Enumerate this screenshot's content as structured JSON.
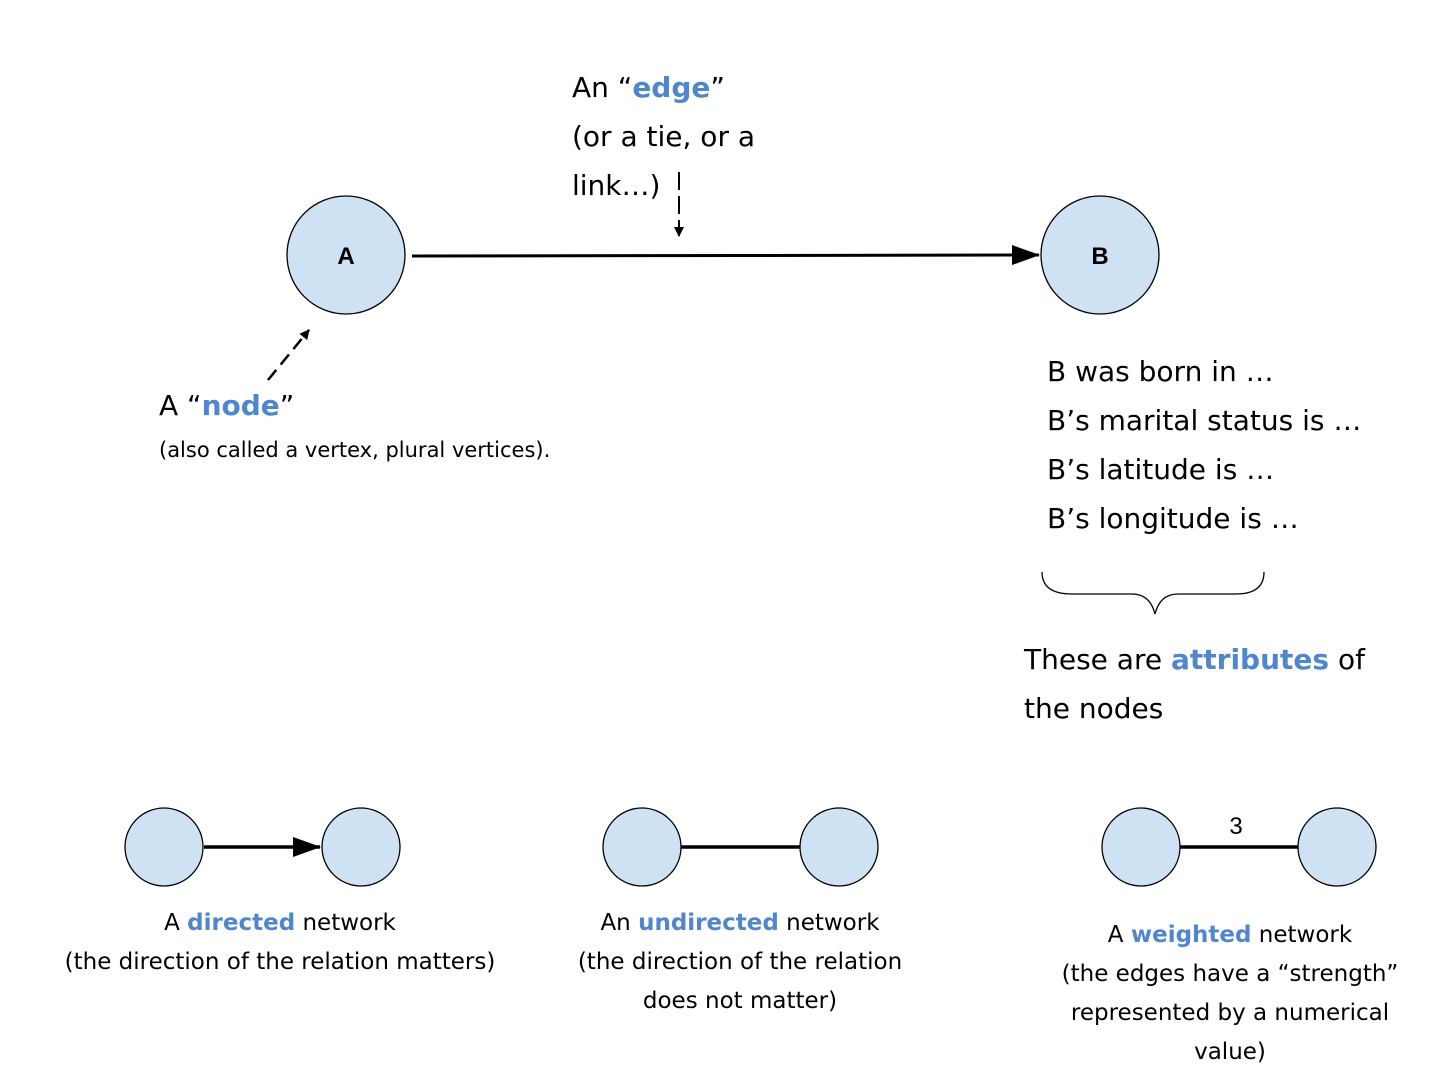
{
  "colors": {
    "node_fill": "#cfe2f3",
    "node_stroke": "#000000",
    "highlight": "#4f86cc"
  },
  "nodes": {
    "a_label": "A",
    "b_label": "B"
  },
  "edge_annotation": {
    "prefix": "An “",
    "highlight": "edge",
    "suffix": "”",
    "line2": "(or a tie, or a",
    "line3": "link…)"
  },
  "node_annotation": {
    "prefix": "A “",
    "highlight": "node",
    "suffix": "”",
    "detail": "(also called a vertex, plural vertices)."
  },
  "attributes": {
    "items": [
      "B was born in …",
      "B’s marital status is …",
      "B’s latitude is …",
      "B’s longitude is …"
    ],
    "caption_prefix": "These are ",
    "caption_highlight": "attributes",
    "caption_suffix": " of",
    "caption_line2": "the nodes"
  },
  "examples": {
    "directed": {
      "prefix": "A ",
      "highlight": "directed",
      "suffix": " network",
      "line2": "(the direction of the relation matters)"
    },
    "undirected": {
      "prefix": "An ",
      "highlight": "undirected",
      "suffix": " network",
      "line2": "(the direction of the relation",
      "line3": "does not matter)"
    },
    "weighted": {
      "prefix": "A ",
      "highlight": "weighted",
      "suffix": " network",
      "line2": "(the edges have a “strength”",
      "line3": "represented by a numerical",
      "line4": "value)",
      "weight": "3"
    }
  }
}
